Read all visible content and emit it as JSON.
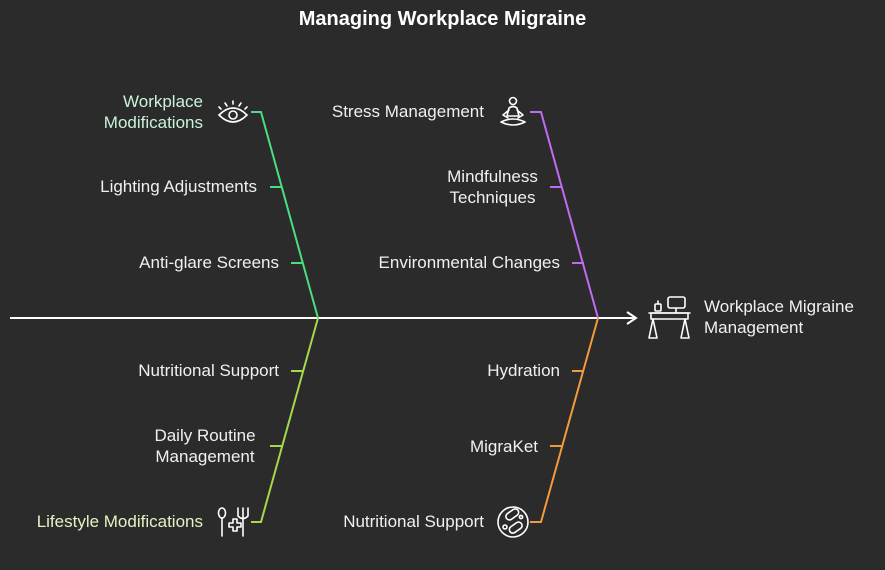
{
  "title": "Managing Workplace Migraine",
  "effect": {
    "label": "Workplace Migraine Management",
    "icon": "desk-icon"
  },
  "colors": {
    "background": "#2b2b2b",
    "spine": "#ffffff",
    "workplace": "#4ade80",
    "stress": "#c06cf0",
    "lifestyle": "#a3d94a",
    "nutrition": "#f39a3d"
  },
  "branches": [
    {
      "name": "Workplace Modifications",
      "icon": "eye-icon",
      "color": "#4ade80",
      "items": [
        "Lighting Adjustments",
        "Anti-glare Screens"
      ]
    },
    {
      "name": "Stress Management",
      "icon": "meditation-icon",
      "color": "#c06cf0",
      "items": [
        "Mindfulness Techniques",
        "Environmental Changes"
      ]
    },
    {
      "name": "Lifestyle Modifications",
      "icon": "health-utensils-icon",
      "color": "#a3d94a",
      "items": [
        "Nutritional Support",
        "Daily Routine Management"
      ]
    },
    {
      "name": "Nutritional Support",
      "icon": "capsules-icon",
      "color": "#f39a3d",
      "items": [
        "Hydration",
        "MigraKet"
      ]
    }
  ]
}
